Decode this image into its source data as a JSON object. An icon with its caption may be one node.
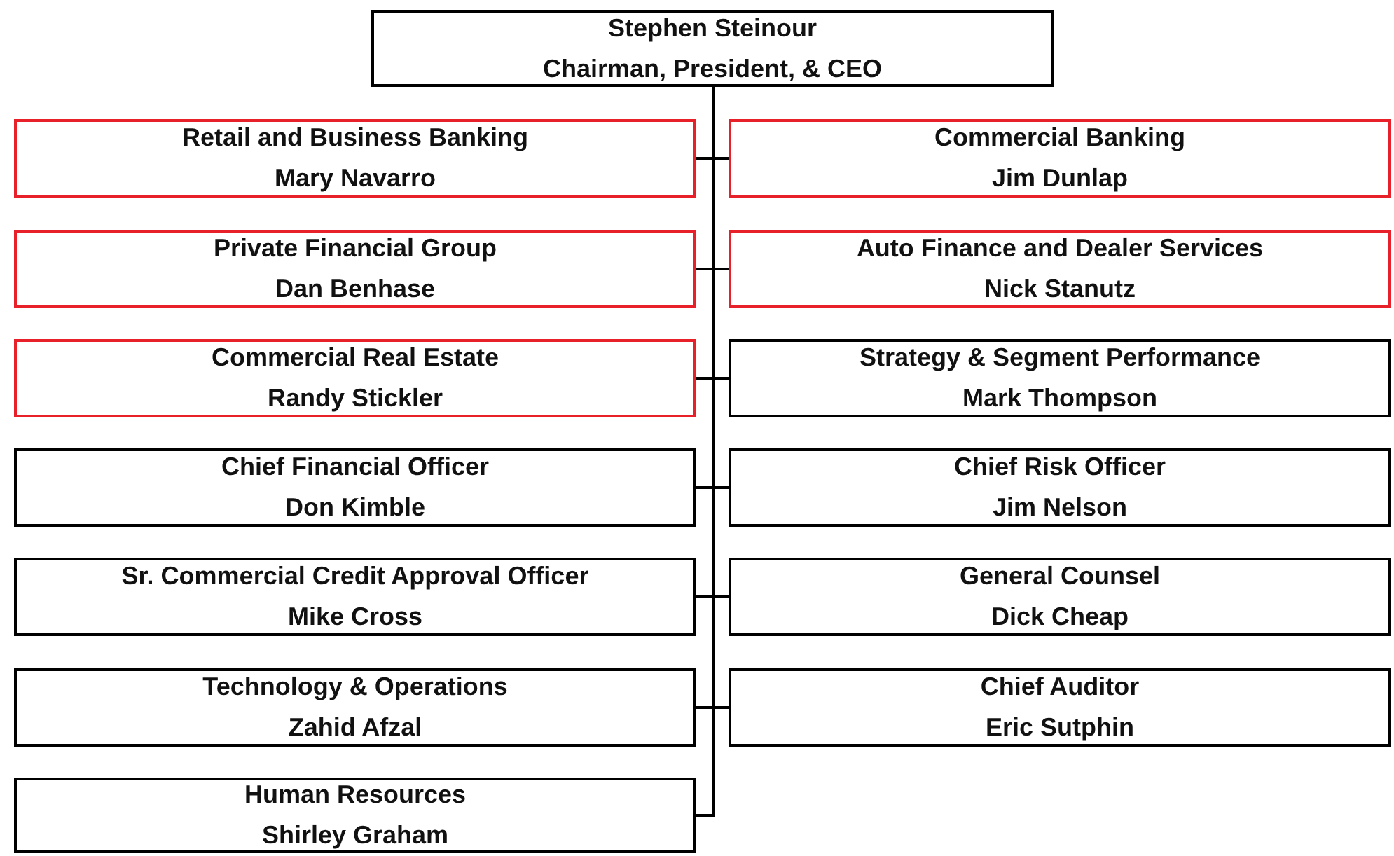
{
  "diagram": {
    "nodes": [
      {
        "text": [
          "Stephen Steinour",
          "Chairman, President, & CEO"
        ]
      },
      {
        "text": [
          "Retail and Business Banking",
          "Mary Navarro"
        ]
      },
      {
        "text": [
          "Commercial Banking",
          "Jim Dunlap"
        ]
      },
      {
        "text": [
          "Private Financial Group",
          "Dan Benhase"
        ]
      },
      {
        "text": [
          "Auto Finance and Dealer Services",
          "Nick Stanutz"
        ]
      },
      {
        "text": [
          "Commercial Real Estate",
          "Randy Stickler"
        ]
      },
      {
        "text": [
          "Strategy & Segment Performance",
          "Mark Thompson"
        ]
      },
      {
        "text": [
          "Chief Financial Officer",
          "Don Kimble"
        ]
      },
      {
        "text": [
          "Chief Risk Officer",
          "Jim Nelson"
        ]
      },
      {
        "text": [
          "Sr. Commercial Credit Approval Officer",
          "Mike Cross"
        ]
      },
      {
        "text": [
          "General Counsel",
          "Dick Cheap"
        ]
      },
      {
        "text": [
          "Technology & Operations",
          "Zahid Afzal"
        ]
      },
      {
        "text": [
          "Chief Auditor",
          "Eric Sutphin"
        ]
      },
      {
        "text": [
          "Human Resources",
          "Shirley Graham"
        ]
      }
    ],
    "edges": [
      {
        "from": 0,
        "to": 1,
        "arrow": "none"
      },
      {
        "from": 0,
        "to": 2,
        "arrow": "none"
      },
      {
        "from": 0,
        "to": 3,
        "arrow": "none"
      },
      {
        "from": 0,
        "to": 4,
        "arrow": "none"
      },
      {
        "from": 0,
        "to": 5,
        "arrow": "none"
      },
      {
        "from": 0,
        "to": 6,
        "arrow": "none"
      },
      {
        "from": 0,
        "to": 7,
        "arrow": "none"
      },
      {
        "from": 0,
        "to": 8,
        "arrow": "none"
      },
      {
        "from": 0,
        "to": 9,
        "arrow": "none"
      },
      {
        "from": 0,
        "to": 10,
        "arrow": "none"
      },
      {
        "from": 0,
        "to": 11,
        "arrow": "none"
      },
      {
        "from": 0,
        "to": 12,
        "arrow": "none"
      },
      {
        "from": 0,
        "to": 13,
        "arrow": "none"
      }
    ]
  }
}
